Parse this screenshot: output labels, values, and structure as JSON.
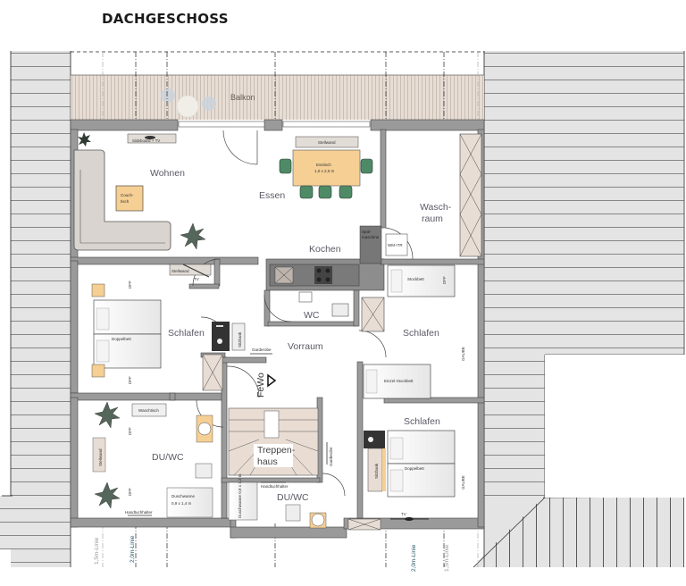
{
  "title": "DACHGESCHOSS",
  "colors": {
    "wall": "#9a9a9a",
    "roof": "#e4e4e4",
    "balcony": "#e6dbd2",
    "table": "#f5cf93",
    "chair": "#4f8a66",
    "furniture": "#d9d4cf",
    "stairs": "#e9ddd3",
    "line_2m": "#2a5a6a",
    "line_1_5m": "#999999"
  },
  "rooms": {
    "balkon": "Balkon",
    "wohnen": "Wohnen",
    "essen": "Essen",
    "kochen": "Kochen",
    "waschraum_1": "Wasch-",
    "waschraum_2": "raum",
    "schlafen_left": "Schlafen",
    "schlafen_right_top": "Schlafen",
    "schlafen_right_bottom": "Schlafen",
    "wc": "WC",
    "vorraum": "Vorraum",
    "fewo": "FeWo",
    "treppenhaus_1": "Treppen-",
    "treppenhaus_2": "haus",
    "duwc_left": "DU/WC",
    "duwc_center": "DU/WC"
  },
  "furniture": {
    "sideboard_tv": "Sideboard + TV",
    "couchtisch_1": "Couch-",
    "couchtisch_2": "tisch",
    "stellwand": "Stellwand",
    "esstisch_1": "Esstisch",
    "esstisch_2": "1,0 x 2,0 m",
    "spuelmaschine_1": "Spül-",
    "spuelmaschine_2": "maschine",
    "wm_tr": "WM+TR",
    "stockbett": "Stockbett",
    "einzel_stockbett": "Einzel-Stockbett",
    "doppelbett_left": "Doppelbett",
    "doppelbett_right": "Doppelbett",
    "tv_left": "TV",
    "tv_right": "TV",
    "schrank": "Schrank",
    "sitzbank": "Sitzbank",
    "garderobe": "Garderobe",
    "waschtisch": "Waschtisch",
    "dusche_1": "Duschwanne",
    "dusche_2": "0,9 x 1,4 m",
    "dusche_small": "Duschwanne 0,8 x 1,2 m",
    "handtuchhalter": "Handtuchhalter",
    "dff": "DFF",
    "gaube": "GAUBE"
  },
  "height_lines": {
    "left_1_5": "1,5m-Linie",
    "left_2_0": "2,0m-Linie",
    "right_2_0": "2,0m-Linie",
    "right_1_5": "1,5m-Linie"
  }
}
